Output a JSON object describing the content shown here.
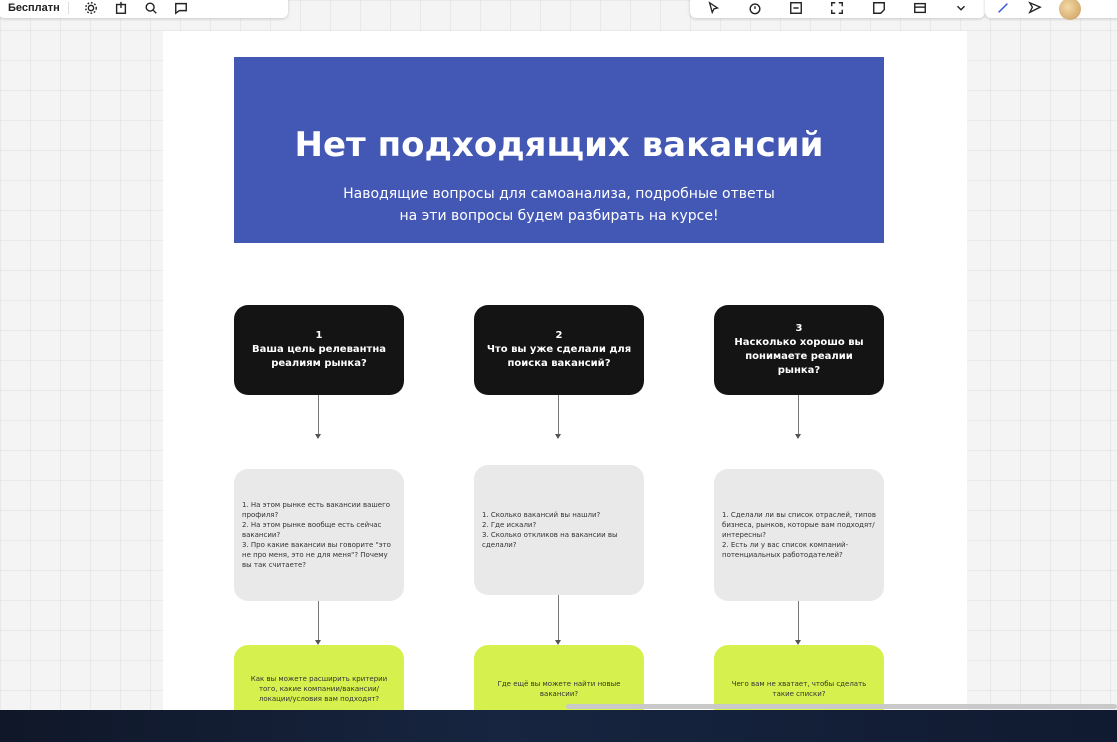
{
  "toolbar": {
    "board_title": "Бесплатн",
    "left_icons": [
      "gear-icon",
      "share-icon",
      "search-icon",
      "comment-icon"
    ],
    "right_icons": [
      "pointer-icon",
      "timer-icon",
      "frame-icon",
      "expand-icon",
      "sticky-icon",
      "card-icon",
      "chevron-icon"
    ],
    "far_icons": [
      "plus-icon",
      "send-icon"
    ]
  },
  "board": {
    "header": {
      "title": "Нет подходящих вакансий",
      "subtitle": "Наводящие вопросы для самоанализа, подробные ответы на эти вопросы будем разбирать на курсе!",
      "background": "#4357b5"
    },
    "columns": [
      {
        "number": "1",
        "question": "Ваша цель релевантна реалиям рынка?",
        "details": [
          "1. На этом рынке есть вакансии вашего профиля?",
          "2. На этом рынке вообще есть сейчас вакансии?",
          "3. Про какие вакансии вы говорите \"это не про меня, это не для меня\"? Почему вы так считаете?"
        ],
        "action": "Как вы можете расширить критерии того, какие компании/вакансии/ локации/условия вам подходят?"
      },
      {
        "number": "2",
        "question": "Что вы уже сделали для поиска вакансий?",
        "details": [
          "1. Сколько вакансий вы нашли?",
          "2. Где искали?",
          "3. Сколько откликов на вакансии вы сделали?"
        ],
        "action": "Где ещё вы можете найти новые вакансии?"
      },
      {
        "number": "3",
        "question": "Насколько хорошо вы понимаете реалии рынка?",
        "details": [
          "1. Сделали ли вы список отраслей, типов бизнеса, рынков, которые вам подходят/интересны?",
          "2. Есть ли у вас список компаний-потенциальных работодателей?"
        ],
        "action": "Чего вам не хватает, чтобы сделать такие списки?"
      }
    ]
  },
  "colors": {
    "question_box": "#141414",
    "detail_box": "#e9e9e9",
    "action_box": "#d6f14e"
  }
}
